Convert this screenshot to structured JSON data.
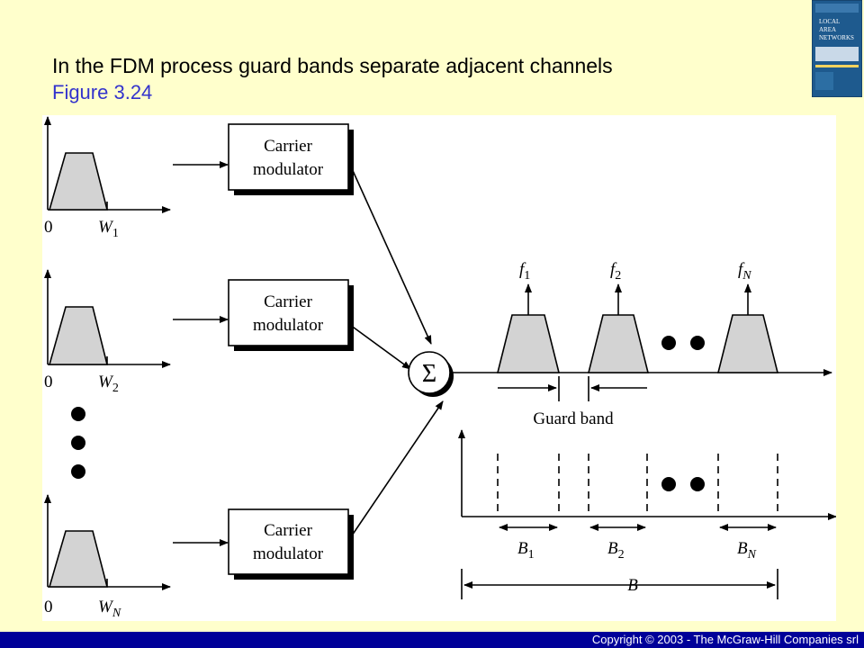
{
  "slide": {
    "title": "In the FDM process guard bands separate adjacent channels",
    "subtitle": "Figure 3.24",
    "footer": "Copyright © 2003 - The McGraw-Hill Companies srl"
  },
  "book_cover": {
    "title_lines": [
      "LOCAL",
      "AREA",
      "NETWORKS"
    ],
    "colors": {
      "background": "#1e5a8e",
      "accent": "#f4d35e"
    }
  },
  "diagram": {
    "modulator_label_line1": "Carrier",
    "modulator_label_line2": "modulator",
    "inputs": [
      {
        "origin": "0",
        "bandwidth": "W",
        "subscript": "1"
      },
      {
        "origin": "0",
        "bandwidth": "W",
        "subscript": "2"
      },
      {
        "origin": "0",
        "bandwidth": "W",
        "subscript": "N"
      }
    ],
    "summer_symbol": "Σ",
    "carriers": [
      {
        "name": "f",
        "subscript": "1"
      },
      {
        "name": "f",
        "subscript": "2"
      },
      {
        "name": "f",
        "subscript": "N"
      }
    ],
    "guard_band_label": "Guard band",
    "bands": [
      {
        "name": "B",
        "subscript": "1"
      },
      {
        "name": "B",
        "subscript": "2"
      },
      {
        "name": "B",
        "subscript": "N"
      }
    ],
    "total_bandwidth": "B"
  },
  "colors": {
    "slide_background": "#ffffcc",
    "title": "#000000",
    "subtitle": "#3333cc",
    "footer_bar": "#000099",
    "footer_text": "#ffffff",
    "spectrum_fill": "#d3d3d3"
  }
}
